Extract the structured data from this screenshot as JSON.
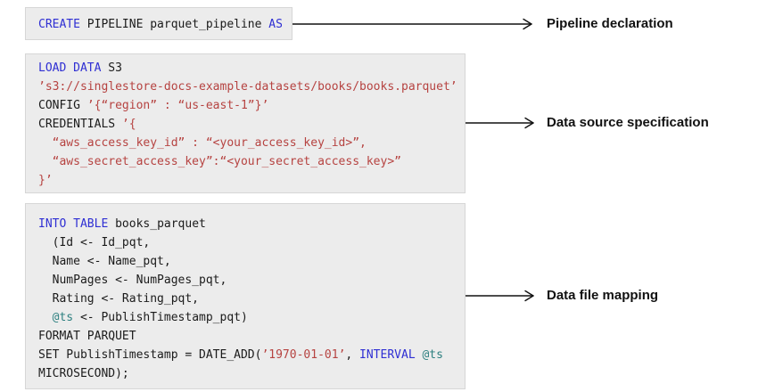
{
  "palette": {
    "keyword_blue": "#2f2fd3",
    "string_red": "#b64341",
    "variable_teal": "#2e8080",
    "code_text": "#1b1b1b",
    "block_background": "#ececec",
    "block_border": "#d6d6d6",
    "label_text": "#111111",
    "arrow_color": "#111111"
  },
  "blocks": [
    {
      "name": "pipeline-declaration",
      "lines": [
        [
          {
            "c": "kw",
            "t": "CREATE"
          },
          {
            "c": "plain",
            "t": " PIPELINE parquet_pipeline "
          },
          {
            "c": "kw",
            "t": "AS"
          }
        ]
      ]
    },
    {
      "name": "data-source-specification",
      "lines": [
        [
          {
            "c": "kw",
            "t": "LOAD DATA"
          },
          {
            "c": "plain",
            "t": " S3"
          }
        ],
        [
          {
            "c": "str",
            "t": "’s3://singlestore-docs-example-datasets/books/books.parquet’"
          }
        ],
        [
          {
            "c": "plain",
            "t": "CONFIG "
          },
          {
            "c": "str",
            "t": "’{“region” : “us-east-1”}’"
          }
        ],
        [
          {
            "c": "plain",
            "t": "CREDENTIALS "
          },
          {
            "c": "str",
            "t": "’{"
          }
        ],
        [
          {
            "c": "str",
            "t": "  “aws_access_key_id” : “<your_access_key_id>”,"
          }
        ],
        [
          {
            "c": "str",
            "t": "  “aws_secret_access_key”:“<your_secret_access_key>”"
          }
        ],
        [
          {
            "c": "str",
            "t": "}’"
          }
        ]
      ]
    },
    {
      "name": "data-file-mapping",
      "lines": [
        [
          {
            "c": "kw",
            "t": "INTO TABLE"
          },
          {
            "c": "plain",
            "t": " books_parquet"
          }
        ],
        [
          {
            "c": "plain",
            "t": "  (Id <- Id_pqt,"
          }
        ],
        [
          {
            "c": "plain",
            "t": "  Name <- Name_pqt,"
          }
        ],
        [
          {
            "c": "plain",
            "t": "  NumPages <- NumPages_pqt,"
          }
        ],
        [
          {
            "c": "plain",
            "t": "  Rating <- Rating_pqt,"
          }
        ],
        [
          {
            "c": "plain",
            "t": "  "
          },
          {
            "c": "var",
            "t": "@ts"
          },
          {
            "c": "plain",
            "t": " <- PublishTimestamp_pqt)"
          }
        ],
        [
          {
            "c": "plain",
            "t": "FORMAT PARQUET"
          }
        ],
        [
          {
            "c": "plain",
            "t": "SET PublishTimestamp = DATE_ADD("
          },
          {
            "c": "str",
            "t": "’1970-01-01’"
          },
          {
            "c": "plain",
            "t": ", "
          },
          {
            "c": "kw",
            "t": "INTERVAL"
          },
          {
            "c": "plain",
            "t": " "
          },
          {
            "c": "var",
            "t": "@ts"
          }
        ],
        [
          {
            "c": "plain",
            "t": "MICROSECOND);"
          }
        ]
      ]
    }
  ],
  "annotations": [
    {
      "label": "Pipeline declaration"
    },
    {
      "label": "Data source specification"
    },
    {
      "label": "Data file mapping"
    }
  ]
}
